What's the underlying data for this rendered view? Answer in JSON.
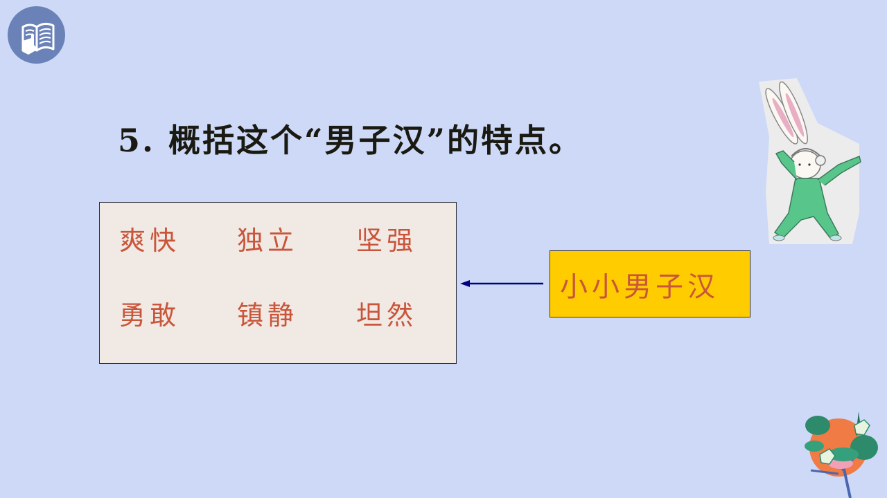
{
  "slide": {
    "background_color": "#cdd9f6",
    "logo": {
      "icon": "open-book-hand-icon",
      "color": "#6a82b8"
    },
    "title": "5. 概括这个“男子汉”的特点。",
    "traits_box": {
      "fill_color": "#f1e9e3",
      "text_color": "#c9553b",
      "rows": [
        [
          "爽快",
          "独立",
          "坚强"
        ],
        [
          "勇敢",
          "镇静",
          "坦然"
        ]
      ]
    },
    "arrow": {
      "direction": "left",
      "color": "#000080"
    },
    "label_box": {
      "text": "小小男子汉",
      "fill_color": "#ffcc00",
      "text_color": "#c9553b"
    },
    "decorations": [
      {
        "name": "rabbit-illustration",
        "description": "rabbit in green tracksuit wearing headphones, dancing"
      },
      {
        "name": "flower-illustration",
        "description": "orange circle with green leaves and blue stems"
      }
    ]
  }
}
